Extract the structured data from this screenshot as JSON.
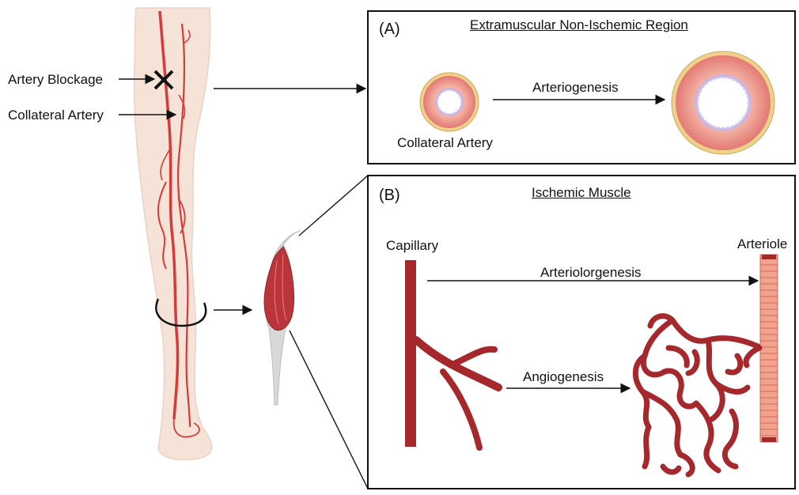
{
  "leg_labels": {
    "blockage": "Artery Blockage",
    "collateral": "Collateral Artery"
  },
  "panel_a": {
    "tag": "(A)",
    "title": "Extramuscular Non-Ischemic Region",
    "process": "Arteriogenesis",
    "vessel_label": "Collateral Artery"
  },
  "panel_b": {
    "tag": "(B)",
    "title": "Ischemic Muscle",
    "capillary": "Capillary",
    "arteriole": "Arteriole",
    "process_top": "Arteriolorgenesis",
    "process_bottom": "Angiogenesis"
  },
  "colors": {
    "artery": "#d63a3a",
    "skin": "#f6e3d8",
    "vessel_wall": "#e58c8c",
    "adventitia": "#f1d08a",
    "capillary": "#a4282c",
    "arteriole": "#f0a58f",
    "muscle": "#b9353a"
  }
}
